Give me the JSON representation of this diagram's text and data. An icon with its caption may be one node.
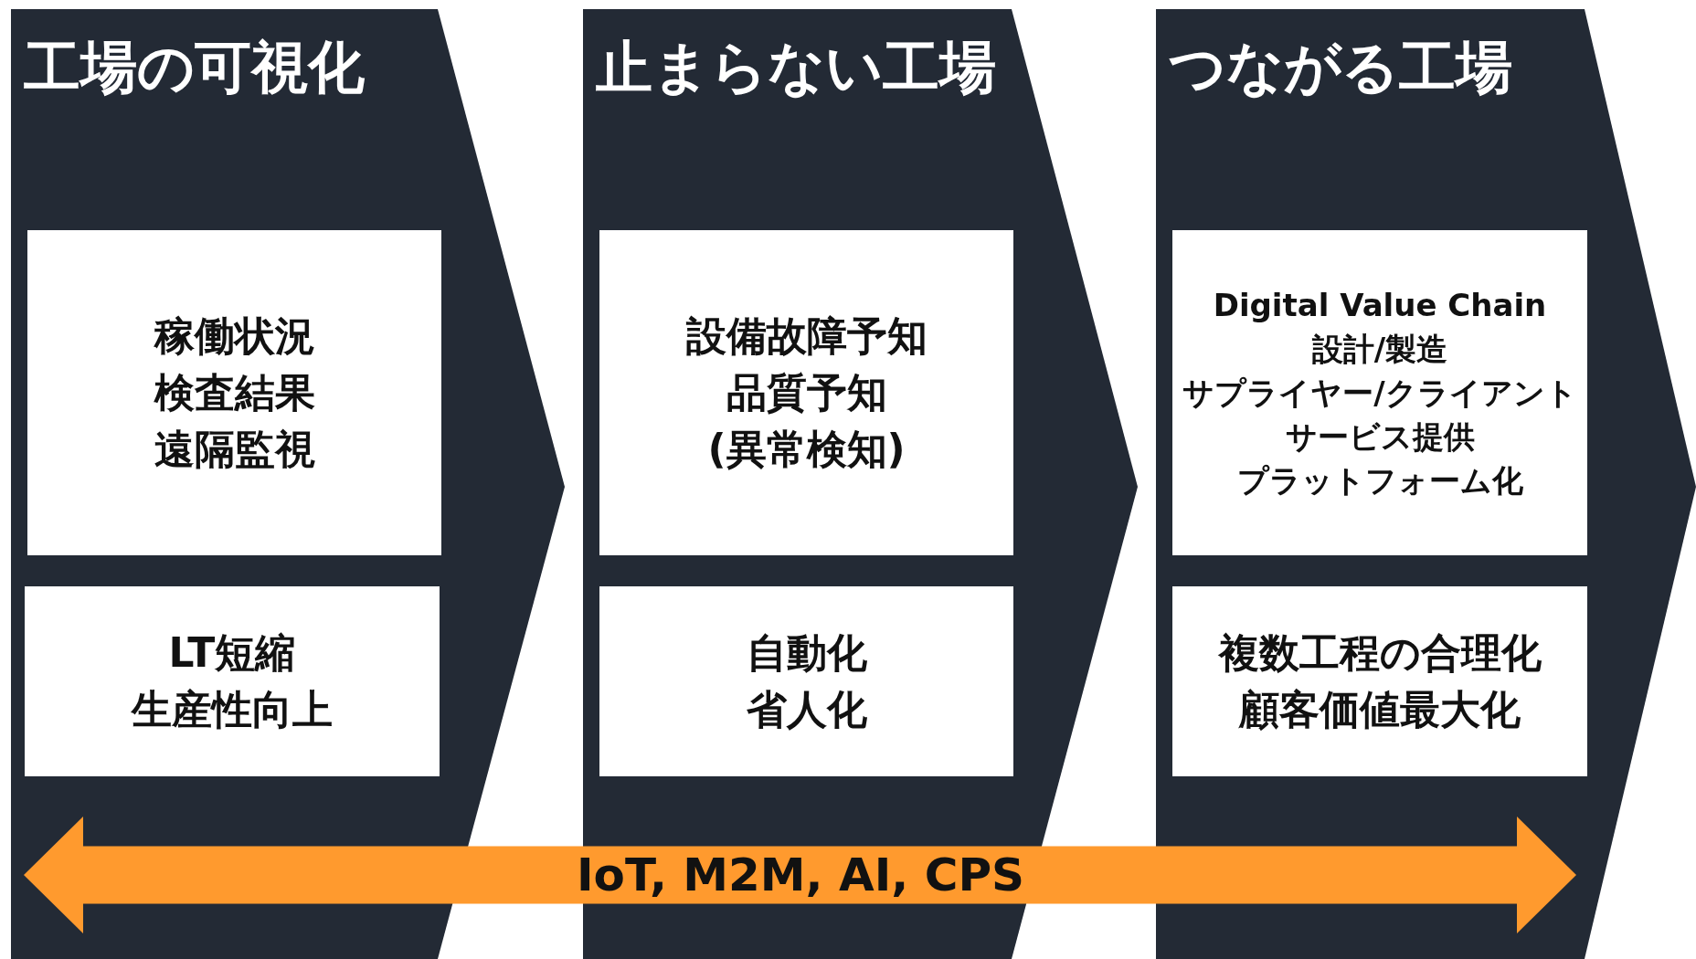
{
  "diagram": {
    "nodes": [
      {
        "text": [
          "工場の可視化"
        ]
      },
      {
        "text": [
          "稼働状況",
          "検査結果",
          "遠隔監視"
        ],
        "in": 0
      },
      {
        "text": [
          "LT短縮",
          "生産性向上"
        ],
        "in": 0
      },
      {
        "text": [
          "止まらない工場"
        ]
      },
      {
        "text": [
          "設備故障予知",
          "品質予知",
          "(異常検知)"
        ],
        "in": 3
      },
      {
        "text": [
          "自動化",
          "省人化"
        ],
        "in": 3
      },
      {
        "text": [
          "つながる工場"
        ]
      },
      {
        "text": [
          "Digital Value Chain",
          "設計/製造",
          "サプライヤー/クライアント",
          "サービス提供",
          "プラットフォーム化"
        ],
        "in": 6
      },
      {
        "text": [
          "複数工程の合理化",
          "顧客価値最大化"
        ],
        "in": 6
      },
      {
        "text": [
          "IoT, M2M, AI, CPS"
        ]
      }
    ]
  }
}
